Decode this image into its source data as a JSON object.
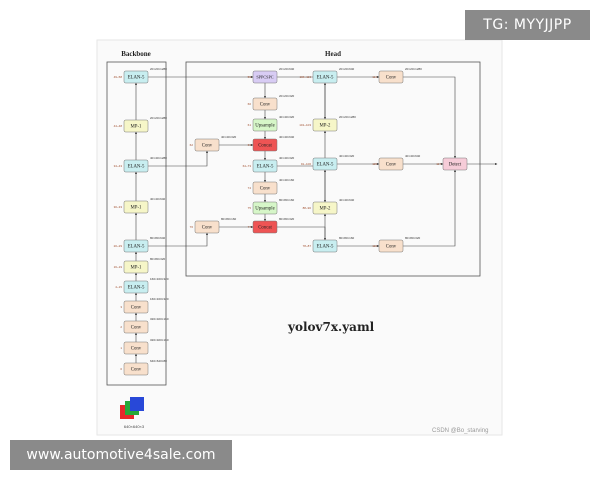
{
  "watermarks": {
    "tg": "TG: MYYJJPP",
    "site": "www.automotive4sale.com"
  },
  "diagram": {
    "backbone_title": "Backbone",
    "head_title": "Head",
    "caption": "yolov7x.yaml",
    "credit": "CSDN @Bo_starving",
    "input_label": "640×640×3",
    "colors": {
      "conv": "#f8e0cc",
      "elan": "#c8eef0",
      "mp": "#f6f6c8",
      "spp": "#d8ccf4",
      "upsample": "#d6f6c8",
      "concat": "#ee5454",
      "detect": "#f6ccd8"
    },
    "backbone_nodes": [
      {
        "id": "bb0",
        "label": "Conv",
        "kind": "conv",
        "idx": "0",
        "dim": "640×640×80"
      },
      {
        "id": "bb1",
        "label": "Conv",
        "kind": "conv",
        "idx": "1",
        "dim": "320×320×160"
      },
      {
        "id": "bb2",
        "label": "Conv",
        "kind": "conv",
        "idx": "2",
        "dim": "320×320×160"
      },
      {
        "id": "bb3",
        "label": "Conv",
        "kind": "conv",
        "idx": "3",
        "dim": "160×160×320"
      },
      {
        "id": "bb4",
        "label": "ELAN-5",
        "kind": "elan",
        "idx": "4~15",
        "dim": "160×160×320"
      },
      {
        "id": "bb5",
        "label": "MP-1",
        "kind": "mp",
        "idx": "16~19",
        "dim": "80×80×320"
      },
      {
        "id": "bb6",
        "label": "ELAN-5",
        "kind": "elan",
        "idx": "20~29",
        "dim": "80×80×640"
      },
      {
        "id": "bb7",
        "label": "MP-1",
        "kind": "mp",
        "idx": "30~33",
        "dim": "40×40×640"
      },
      {
        "id": "bb8",
        "label": "ELAN-5",
        "kind": "elan",
        "idx": "34~43",
        "dim": "40×40×1280"
      },
      {
        "id": "bb9",
        "label": "MP-1",
        "kind": "mp",
        "idx": "44~48",
        "dim": "20×20×1280"
      },
      {
        "id": "bb10",
        "label": "ELAN-5",
        "kind": "elan",
        "idx": "49~58",
        "dim": "20×20×1280"
      }
    ],
    "head_nodes": [
      {
        "id": "spp",
        "label": "SPPCSPC",
        "kind": "spp",
        "idx": "59",
        "dim": "20×20×640"
      },
      {
        "id": "h_conv1",
        "label": "Conv",
        "kind": "conv",
        "idx": "60",
        "dim": "20×20×320"
      },
      {
        "id": "h_up1",
        "label": "Upsample",
        "kind": "upsample",
        "idx": "61",
        "dim": "40×40×320"
      },
      {
        "id": "h_cat1",
        "label": "Concat",
        "kind": "concat",
        "idx": "63",
        "dim": "40×40×640"
      },
      {
        "id": "h_elan1",
        "label": "ELAN-5",
        "kind": "elan",
        "idx": "64~73",
        "dim": "40×40×320"
      },
      {
        "id": "h_conv2",
        "label": "Conv",
        "kind": "conv",
        "idx": "74",
        "dim": "40×40×160"
      },
      {
        "id": "h_up2",
        "label": "Upsample",
        "kind": "upsample",
        "idx": "75",
        "dim": "80×80×160"
      },
      {
        "id": "h_cat2",
        "label": "Concat",
        "kind": "concat",
        "idx": "77",
        "dim": "80×80×320"
      },
      {
        "id": "h_lat1",
        "label": "Conv",
        "kind": "conv",
        "idx": "62",
        "dim": "40×40×320"
      },
      {
        "id": "h_lat2",
        "label": "Conv",
        "kind": "conv",
        "idx": "76",
        "dim": "80×80×160"
      },
      {
        "id": "h_elan2",
        "label": "ELAN-5",
        "kind": "elan",
        "idx": "78~87",
        "dim": "80×80×160"
      },
      {
        "id": "h_mp1",
        "label": "MP-2",
        "kind": "mp",
        "idx": "88~90",
        "dim": "40×40×640"
      },
      {
        "id": "h_elan3",
        "label": "ELAN-5",
        "kind": "elan",
        "idx": "91~100",
        "dim": "40×40×320"
      },
      {
        "id": "h_mp2",
        "label": "MP-2",
        "kind": "mp",
        "idx": "101~103",
        "dim": "20×20×1280"
      },
      {
        "id": "h_elan4",
        "label": "ELAN-5",
        "kind": "elan",
        "idx": "104~113",
        "dim": "20×20×640"
      },
      {
        "id": "h_out1",
        "label": "Conv",
        "kind": "conv",
        "idx": "114",
        "dim": "20×20×1280"
      },
      {
        "id": "h_out2",
        "label": "Conv",
        "kind": "conv",
        "idx": "115",
        "dim": "40×40×640"
      },
      {
        "id": "h_out3",
        "label": "Conv",
        "kind": "conv",
        "idx": "116",
        "dim": "80×80×320"
      },
      {
        "id": "detect",
        "label": "Detect",
        "kind": "detect",
        "idx": "117",
        "dim": ""
      }
    ],
    "edges": [
      [
        "bb0",
        "bb1"
      ],
      [
        "bb1",
        "bb2"
      ],
      [
        "bb2",
        "bb3"
      ],
      [
        "bb3",
        "bb4"
      ],
      [
        "bb4",
        "bb5"
      ],
      [
        "bb5",
        "bb6"
      ],
      [
        "bb6",
        "bb7"
      ],
      [
        "bb7",
        "bb8"
      ],
      [
        "bb8",
        "bb9"
      ],
      [
        "bb9",
        "bb10"
      ],
      [
        "bb10",
        "spp"
      ],
      [
        "spp",
        "h_conv1"
      ],
      [
        "h_conv1",
        "h_up1"
      ],
      [
        "h_up1",
        "h_cat1"
      ],
      [
        "bb8",
        "h_lat1"
      ],
      [
        "h_lat1",
        "h_cat1"
      ],
      [
        "h_cat1",
        "h_elan1"
      ],
      [
        "h_elan1",
        "h_conv2"
      ],
      [
        "h_conv2",
        "h_up2"
      ],
      [
        "h_up2",
        "h_cat2"
      ],
      [
        "bb6",
        "h_lat2"
      ],
      [
        "h_lat2",
        "h_cat2"
      ],
      [
        "h_cat2",
        "h_elan2"
      ],
      [
        "h_elan2",
        "h_mp1"
      ],
      [
        "h_mp1",
        "h_elan3"
      ],
      [
        "h_elan1",
        "h_mp1"
      ],
      [
        "h_elan3",
        "h_mp2"
      ],
      [
        "h_mp2",
        "h_elan4"
      ],
      [
        "spp",
        "h_mp2"
      ],
      [
        "h_elan4",
        "h_out1"
      ],
      [
        "h_elan3",
        "h_out2"
      ],
      [
        "h_elan2",
        "h_out3"
      ],
      [
        "h_out1",
        "detect"
      ],
      [
        "h_out2",
        "detect"
      ],
      [
        "h_out3",
        "detect"
      ]
    ]
  }
}
